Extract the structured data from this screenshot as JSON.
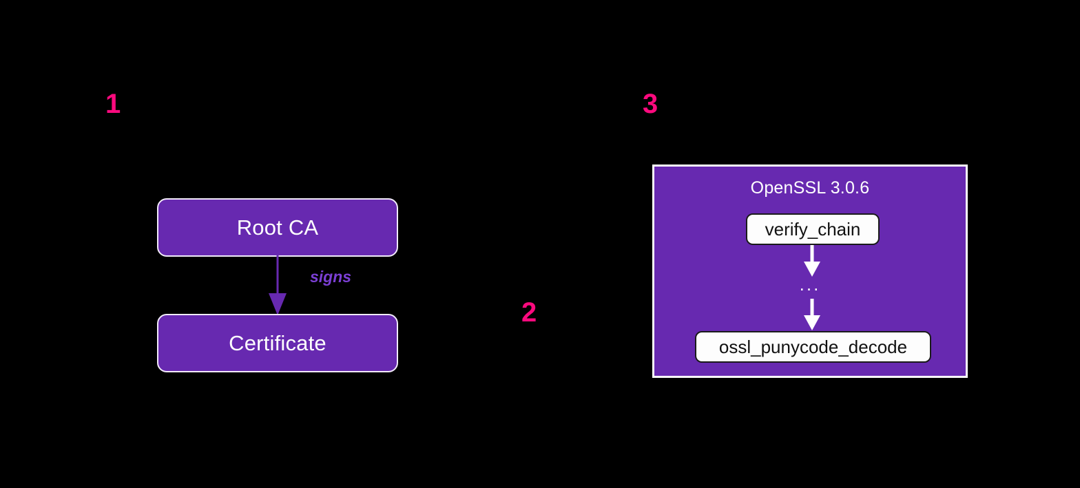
{
  "diagram": {
    "title": "OpenSSL punycode certificate verification flow",
    "background_color": "#000000",
    "accent_purple": "#6729B0",
    "accent_pink": "#FC0A7E",
    "label_purple": "#7B3FD4"
  },
  "steps": [
    {
      "id": "step-1",
      "label": "1"
    },
    {
      "id": "step-2",
      "label": "2"
    },
    {
      "id": "step-3",
      "label": "3"
    }
  ],
  "cert_chain": {
    "root_ca_label": "Root CA",
    "certificate_label": "Certificate",
    "edge_label": "signs",
    "edge_icon": "arrow-down-icon"
  },
  "openssl_panel": {
    "title": "OpenSSL 3.0.6",
    "entry_function": "verify_chain",
    "ellipsis": "...",
    "target_function": "ossl_punycode_decode",
    "arrow_top_icon": "arrow-down-icon",
    "arrow_bottom_icon": "arrow-down-icon"
  }
}
